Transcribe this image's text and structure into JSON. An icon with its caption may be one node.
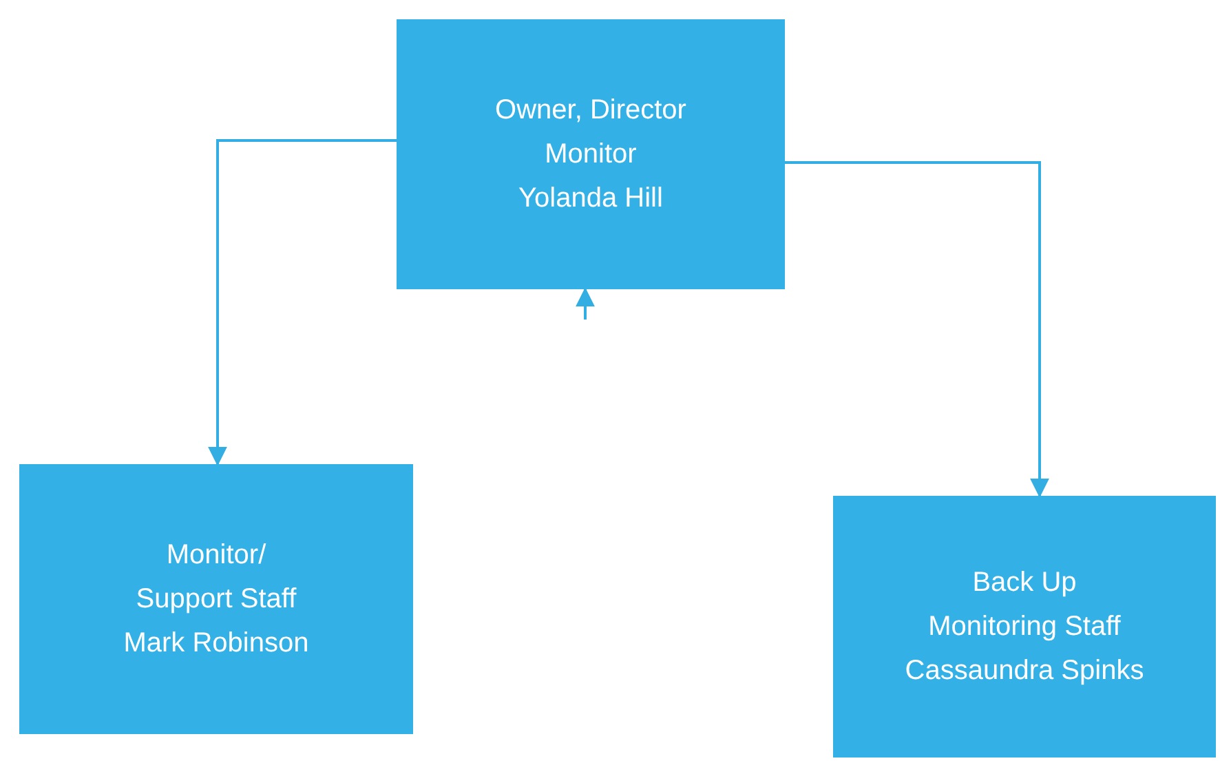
{
  "diagram": {
    "nodes": [
      {
        "text": [
          "Owner, Director Monitor",
          "Yolanda Hill"
        ]
      },
      {
        "text": [
          "Monitor/ Support Staff",
          "Mark Robinson"
        ]
      },
      {
        "text": [
          "Back Up Monitoring Staff",
          "Cassaundra Spinks"
        ]
      }
    ],
    "edges": [
      {
        "from": 0,
        "to": 1,
        "arrow": "to"
      },
      {
        "from": 0,
        "to": 2,
        "arrow": "to"
      },
      {
        "from": null,
        "to": 0,
        "arrow": "to"
      }
    ]
  }
}
